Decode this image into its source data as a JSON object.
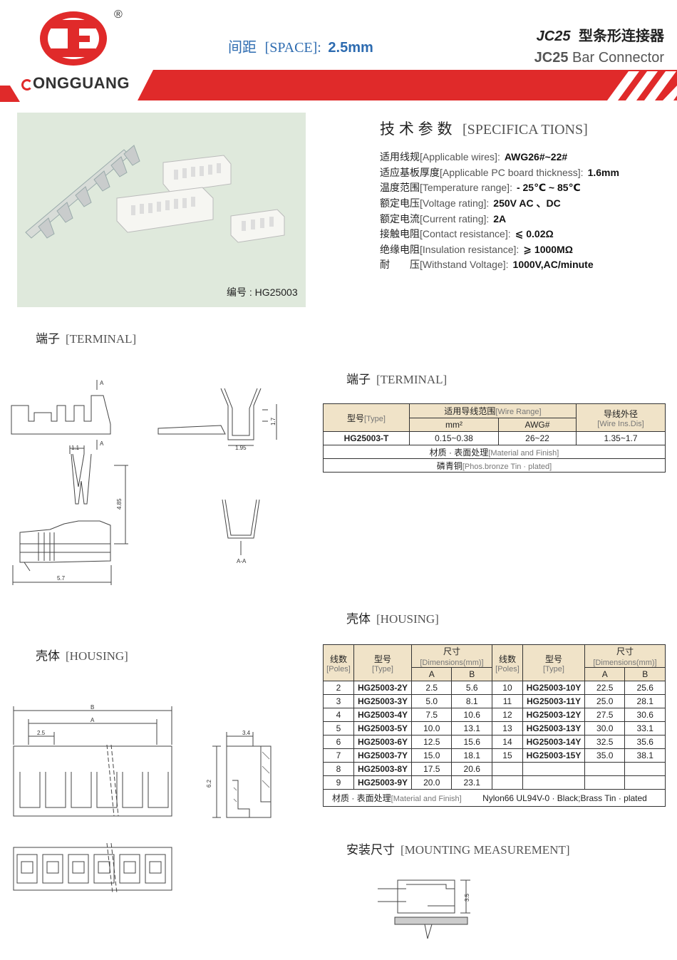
{
  "header": {
    "brand": "ONGGUANG",
    "reg_mark": "®",
    "space_zh": "间距",
    "space_en": "[SPACE]:",
    "space_val": "2.5mm",
    "title_zh_model": "JC25",
    "title_zh": "型条形连接器",
    "title_en_model": "JC25",
    "title_en": "Bar Connector",
    "brand_red": "#e02a2a"
  },
  "photo": {
    "code_label": "编号 : HG25003"
  },
  "specs": {
    "title_zh": "技 术 参 数",
    "title_en": "[SPECIFICA TIONS]",
    "rows": [
      {
        "zh": "适用线规",
        "en": "[Applicable wires]:",
        "val": "AWG26#~22#"
      },
      {
        "zh": "适应基板厚度",
        "en": "[Applicable PC board thickness]:",
        "val": "1.6mm"
      },
      {
        "zh": "温度范围",
        "en": "[Temperature range]:",
        "val": "- 25℃ ~ 85℃"
      },
      {
        "zh": "额定电压",
        "en": "[Voltage rating]:",
        "val": "250V  AC 、DC"
      },
      {
        "zh": "额定电流",
        "en": "[Current rating]:",
        "val": "2A"
      },
      {
        "zh": "接触电阻",
        "en": "[Contact resistance]:",
        "val": "⩽ 0.02Ω"
      },
      {
        "zh": "绝缘电阻",
        "en": "[Insulation resistance]:",
        "val": "⩾ 1000MΩ"
      },
      {
        "zh": "耐　　压",
        "en": "[Withstand Voltage]:",
        "val": "1000V,AC/minute"
      }
    ]
  },
  "terminal_left": {
    "zh": "端子",
    "en": "[TERMINAL]"
  },
  "terminal_right": {
    "zh": "端子",
    "en": "[TERMINAL]"
  },
  "terminal_drawing": {
    "A1": "A",
    "A2": "A",
    "d1": "1.1",
    "d2": "4.85",
    "d3": "5.7",
    "d4": "1.7",
    "d5": "1.95",
    "section": "A-A"
  },
  "terminal_table": {
    "type_zh": "型号",
    "type_en": "[Type]",
    "range_zh": "适用导线范围",
    "range_en": "[Wire Range]",
    "mm2": "mm²",
    "awg": "AWG#",
    "od_zh": "导线外径",
    "od_en": "[Wire Ins.Dis]",
    "row": {
      "type": "HG25003-T",
      "mm2": "0.15~0.38",
      "awg": "26~22",
      "od": "1.35~1.7"
    },
    "mat_zh": "材质 · 表面处理",
    "mat_en": "[Material and Finish]",
    "mat_val_zh": "磷青铜",
    "mat_val_en": "[Phos.bronze Tin · plated]"
  },
  "housing_left": {
    "zh": "壳体",
    "en": "[HOUSING]"
  },
  "housing_right": {
    "zh": "壳体",
    "en": "[HOUSING]"
  },
  "housing_drawing": {
    "B": "B",
    "A": "A",
    "p": "2.5",
    "w": "3.4",
    "h": "6.2"
  },
  "housing_table": {
    "poles_zh": "线数",
    "poles_en": "[Poles]",
    "type_zh": "型号",
    "type_en": "[Type]",
    "dim_zh": "尺寸",
    "dim_en": "[Dimensions(mm)]",
    "a": "A",
    "b": "B",
    "left": [
      {
        "p": "2",
        "t": "HG25003-2Y",
        "a": "2.5",
        "b": "5.6"
      },
      {
        "p": "3",
        "t": "HG25003-3Y",
        "a": "5.0",
        "b": "8.1"
      },
      {
        "p": "4",
        "t": "HG25003-4Y",
        "a": "7.5",
        "b": "10.6"
      },
      {
        "p": "5",
        "t": "HG25003-5Y",
        "a": "10.0",
        "b": "13.1"
      },
      {
        "p": "6",
        "t": "HG25003-6Y",
        "a": "12.5",
        "b": "15.6"
      },
      {
        "p": "7",
        "t": "HG25003-7Y",
        "a": "15.0",
        "b": "18.1"
      },
      {
        "p": "8",
        "t": "HG25003-8Y",
        "a": "17.5",
        "b": "20.6"
      },
      {
        "p": "9",
        "t": "HG25003-9Y",
        "a": "20.0",
        "b": "23.1"
      }
    ],
    "right": [
      {
        "p": "10",
        "t": "HG25003-10Y",
        "a": "22.5",
        "b": "25.6"
      },
      {
        "p": "11",
        "t": "HG25003-11Y",
        "a": "25.0",
        "b": "28.1"
      },
      {
        "p": "12",
        "t": "HG25003-12Y",
        "a": "27.5",
        "b": "30.6"
      },
      {
        "p": "13",
        "t": "HG25003-13Y",
        "a": "30.0",
        "b": "33.1"
      },
      {
        "p": "14",
        "t": "HG25003-14Y",
        "a": "32.5",
        "b": "35.6"
      },
      {
        "p": "15",
        "t": "HG25003-15Y",
        "a": "35.0",
        "b": "38.1"
      },
      {
        "p": "",
        "t": "",
        "a": "",
        "b": ""
      },
      {
        "p": "",
        "t": "",
        "a": "",
        "b": ""
      }
    ],
    "mat_zh": "材质 · 表面处理",
    "mat_en": "[Material and Finish]",
    "mat_val": "Nylon66  UL94V-0 · Black;Brass Tin · plated"
  },
  "mounting": {
    "zh": "安装尺寸",
    "en": "[MOUNTING MEASUREMENT]",
    "dim": "3.5"
  }
}
